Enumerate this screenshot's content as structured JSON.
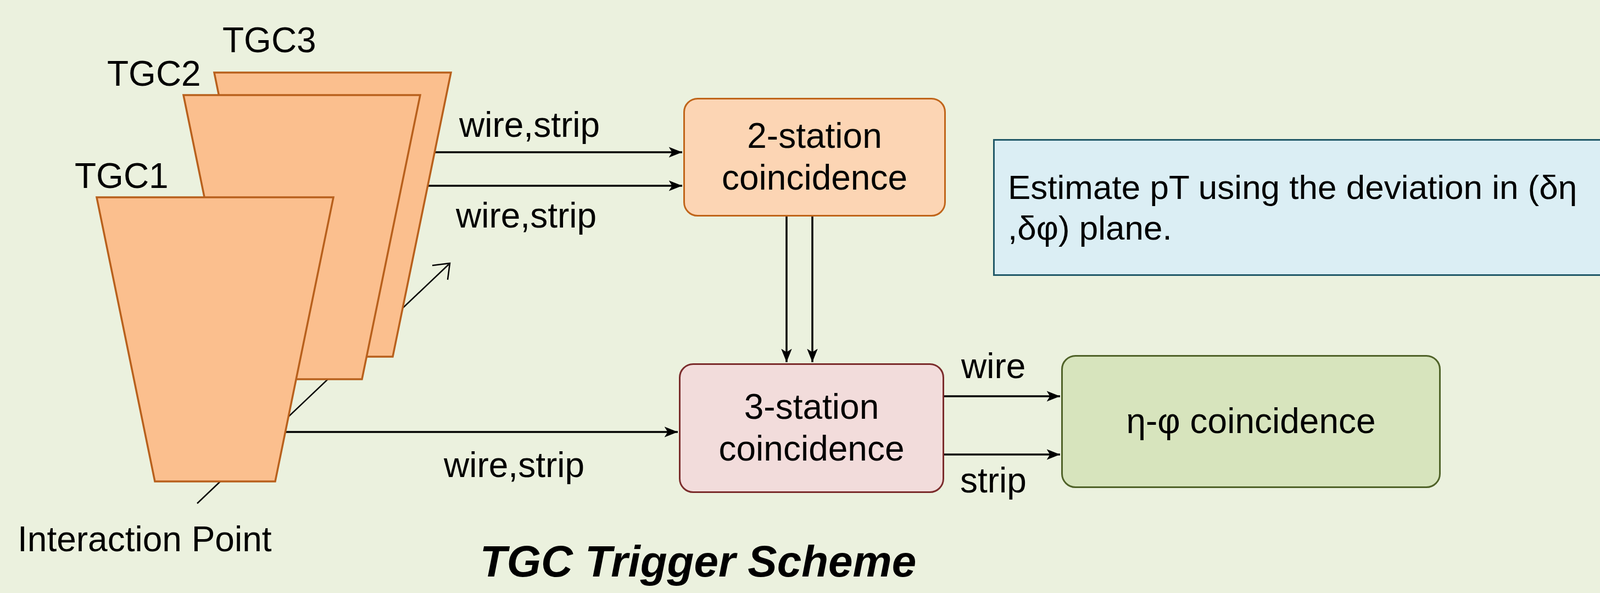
{
  "diagram": {
    "caption": "TGC Trigger Scheme",
    "nodes": [
      {
        "text": [
          "TGC3"
        ]
      },
      {
        "text": [
          "TGC2"
        ]
      },
      {
        "text": [
          "TGC1"
        ]
      },
      {
        "text": [
          "2-station coincidence"
        ]
      },
      {
        "text": [
          "Estimate pT using the deviation in (δη ,δφ) plane."
        ]
      },
      {
        "text": [
          "3-station coincidence"
        ]
      },
      {
        "text": [
          "η-φ coincidence"
        ]
      }
    ],
    "edges": [
      {
        "from": 0,
        "to": 3,
        "label": "wire,strip",
        "arrow": "to"
      },
      {
        "from": 1,
        "to": 3,
        "label": "wire,strip",
        "arrow": "to"
      },
      {
        "from": 2,
        "to": 5,
        "label": "wire,strip",
        "arrow": "to"
      },
      {
        "from": 3,
        "to": 5,
        "arrow": "to"
      },
      {
        "from": 3,
        "to": 5,
        "arrow": "to"
      },
      {
        "from": 5,
        "to": 6,
        "label": "wire",
        "arrow": "to"
      },
      {
        "from": 5,
        "to": 6,
        "label": "strip",
        "arrow": "to"
      }
    ],
    "labels": [
      "Interaction Point"
    ]
  }
}
